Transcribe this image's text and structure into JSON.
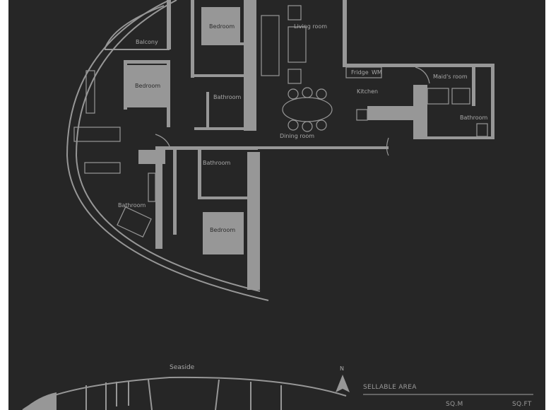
{
  "rooms": {
    "balcony": "Balcony",
    "bedroom_top": "Bedroom",
    "bedroom_left": "Bedroom",
    "bedroom_bottom": "Bedroom",
    "living_room": "Living room",
    "fridge": "Fridge",
    "wm": "WM",
    "kitchen": "Kitchen",
    "maids_room": "Maid's room",
    "bathroom_center": "Bathroom",
    "bathroom_maid": "Bathroom",
    "bathroom_lower": "Bathroom",
    "bathroom_left": "Bathroom",
    "dining_room": "Dining room"
  },
  "key_plan": {
    "seaside_label": "Seaside",
    "north_label": "N"
  },
  "area_table": {
    "title": "SELLABLE AREA",
    "col_sqm": "SQ.M",
    "col_sqft": "SQ.FT"
  },
  "colors": {
    "background": "#262626",
    "walls": "#979797"
  }
}
